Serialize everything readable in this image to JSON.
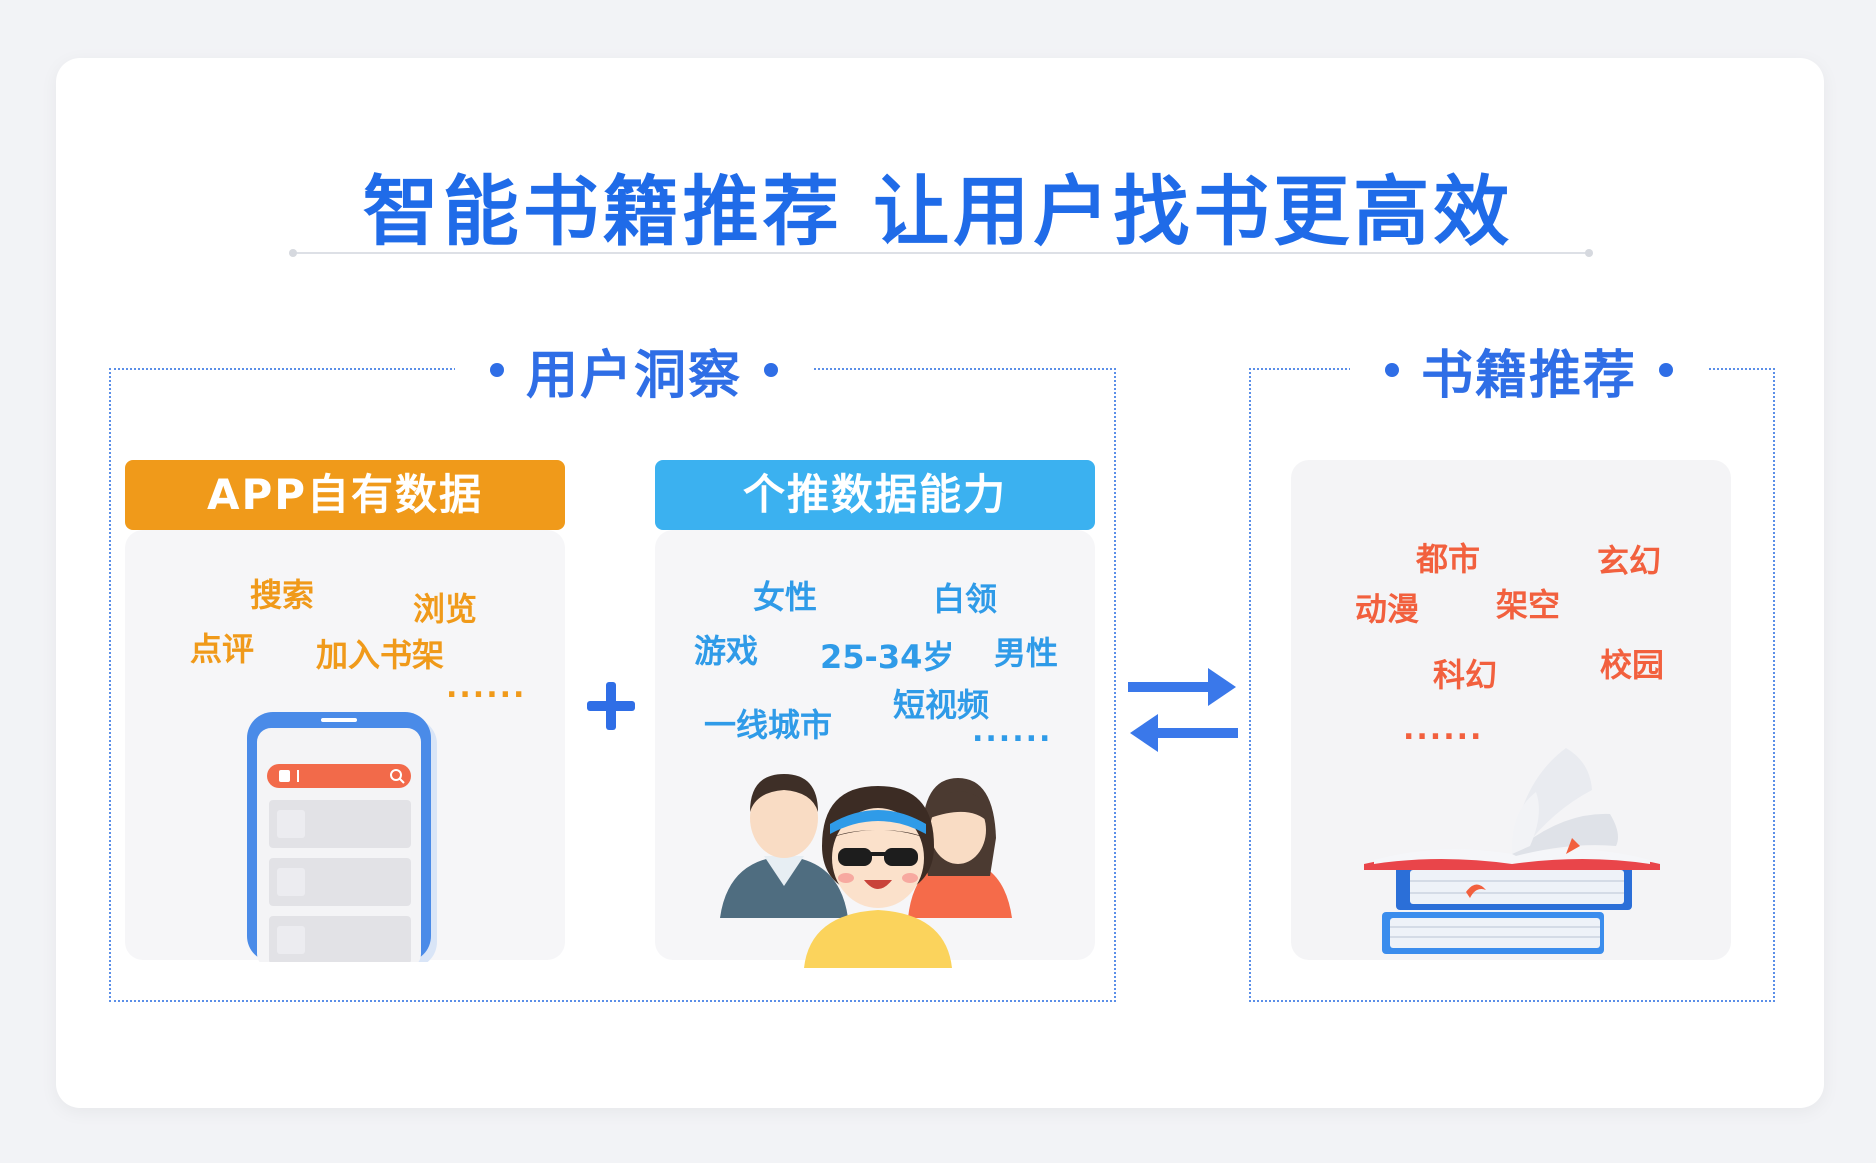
{
  "title": "智能书籍推荐 让用户找书更高效",
  "sections": {
    "user_insight": {
      "label": "用户洞察"
    },
    "book_recommend": {
      "label": "书籍推荐"
    }
  },
  "app_data": {
    "header": "APP自有数据",
    "tags": [
      "搜索",
      "浏览",
      "点评",
      "加入书架"
    ],
    "more": "......"
  },
  "push_data": {
    "header": "个推数据能力",
    "tags": [
      "女性",
      "白领",
      "游戏",
      "25-34岁",
      "男性",
      "一线城市",
      "短视频"
    ],
    "more": "......"
  },
  "recommend": {
    "tags": [
      "都市",
      "玄幻",
      "动漫",
      "架空",
      "科幻",
      "校园"
    ],
    "more": "......"
  },
  "colors": {
    "title": "#1f6be8",
    "section": "#2f6ee6",
    "orange": "#f09a1a",
    "blue": "#3bb1f0",
    "red": "#f2603e"
  }
}
